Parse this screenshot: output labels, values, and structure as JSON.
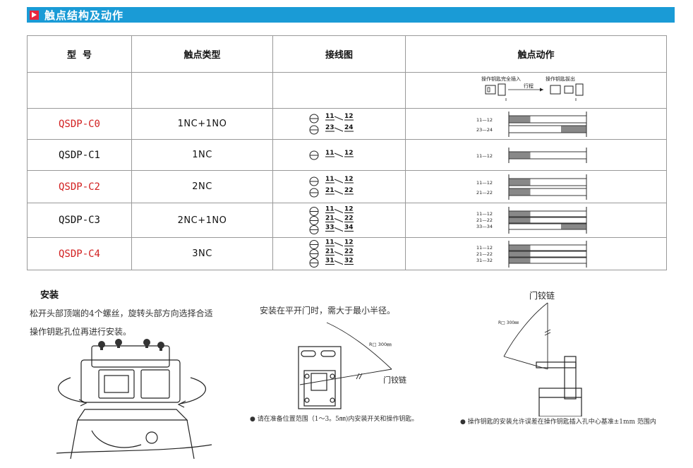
{
  "header": {
    "title": "触点结构及动作",
    "accent": "#1a9bd6",
    "marker_color": "#e8253d"
  },
  "table": {
    "headers": {
      "model": "型  号",
      "contact_type": "触点类型",
      "wiring": "接线图",
      "action": "触点动作"
    },
    "action_legend": {
      "inserted": "操作钥匙完全插入",
      "stroke": "行程",
      "removed": "操作钥匙拔出"
    },
    "rows": [
      {
        "model": "QSDP-C0",
        "contact_type": "1NC+1NO",
        "red": true,
        "contacts": [
          {
            "label": "11—12",
            "a": "11",
            "b": "12",
            "kind": "NC"
          },
          {
            "label": "23—24",
            "a": "23",
            "b": "24",
            "kind": "NO"
          }
        ]
      },
      {
        "model": "QSDP-C1",
        "contact_type": "1NC",
        "red": false,
        "contacts": [
          {
            "label": "11—12",
            "a": "11",
            "b": "12",
            "kind": "NC"
          }
        ]
      },
      {
        "model": "QSDP-C2",
        "contact_type": "2NC",
        "red": true,
        "contacts": [
          {
            "label": "11—12",
            "a": "11",
            "b": "12",
            "kind": "NC"
          },
          {
            "label": "21—22",
            "a": "21",
            "b": "22",
            "kind": "NC"
          }
        ]
      },
      {
        "model": "QSDP-C3",
        "contact_type": "2NC+1NO",
        "red": false,
        "contacts": [
          {
            "label": "11—12",
            "a": "11",
            "b": "12",
            "kind": "NC"
          },
          {
            "label": "21—22",
            "a": "21",
            "b": "22",
            "kind": "NC"
          },
          {
            "label": "33—34",
            "a": "33",
            "b": "34",
            "kind": "NO"
          }
        ]
      },
      {
        "model": "QSDP-C4",
        "contact_type": "3NC",
        "red": true,
        "contacts": [
          {
            "label": "11—12",
            "a": "11",
            "b": "12",
            "kind": "NC"
          },
          {
            "label": "21—22",
            "a": "21",
            "b": "22",
            "kind": "NC"
          },
          {
            "label": "31—32",
            "a": "31",
            "b": "32",
            "kind": "NC"
          }
        ]
      }
    ],
    "colors": {
      "model_red": "#d21f1f",
      "action_fill": "#888888"
    }
  },
  "install": {
    "title": "安装",
    "desc_line1": "松开头部顶端的4个螺丝，旋转头部方向选择合适",
    "desc_line2": "操作钥匙孔位再进行安装。",
    "mid_desc": "安装在平开门时，需大于最小半径。",
    "radius_label": "R□ 300㎜",
    "hinge_label": "门铰链",
    "note_mid": "● 请在准备位置范围（1～3。5㎜)内安装开关和操作钥匙。",
    "note_right": "● 操作钥匙的安装允许误差在操作钥匙插入孔中心基准±1mm 范围内"
  }
}
